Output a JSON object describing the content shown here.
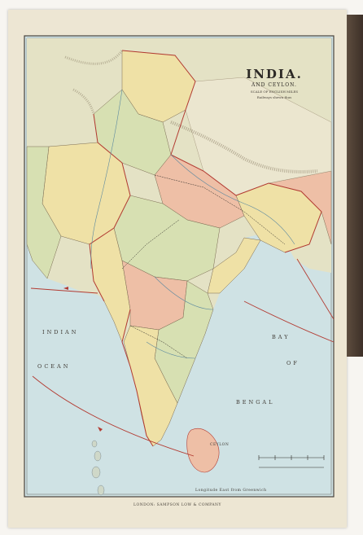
{
  "map": {
    "title": "INDIA.",
    "subtitle": "AND CEYLON.",
    "legend_line": "SCALE OF ENGLISH MILES",
    "note_line": "Railways shewn thus",
    "sea_labels": {
      "indian": "INDIAN",
      "ocean": "OCEAN",
      "bay": "BAY",
      "of": "OF",
      "bengal": "BENGAL"
    },
    "ceylon_label": "CEYLON",
    "longitude_note": "Longitude East from Greenwich",
    "publisher_footer": "LONDON: SAMPSON LOW & COMPANY"
  },
  "colors": {
    "sea": "#cfe2e4",
    "paper": "#ede6d3",
    "yellow": "#efe1a6",
    "green": "#d7e0b2",
    "pink": "#eebfa6",
    "red_route": "#b33b32"
  }
}
